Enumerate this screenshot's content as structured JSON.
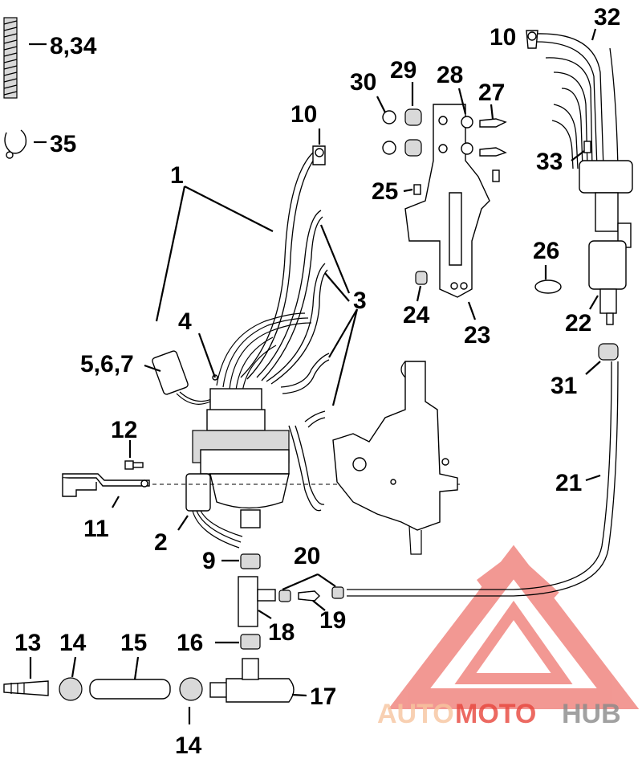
{
  "callouts": [
    {
      "id": "c-8-34",
      "text": "8,34"
    },
    {
      "id": "c-35",
      "text": "35"
    },
    {
      "id": "c-10a",
      "text": "10"
    },
    {
      "id": "c-1",
      "text": "1"
    },
    {
      "id": "c-3",
      "text": "3"
    },
    {
      "id": "c-4",
      "text": "4"
    },
    {
      "id": "c-567",
      "text": "5,6,7"
    },
    {
      "id": "c-12",
      "text": "12"
    },
    {
      "id": "c-11",
      "text": "11"
    },
    {
      "id": "c-2",
      "text": "2"
    },
    {
      "id": "c-9",
      "text": "9"
    },
    {
      "id": "c-20",
      "text": "20"
    },
    {
      "id": "c-19",
      "text": "19"
    },
    {
      "id": "c-18",
      "text": "18"
    },
    {
      "id": "c-16",
      "text": "16"
    },
    {
      "id": "c-13",
      "text": "13"
    },
    {
      "id": "c-14a",
      "text": "14"
    },
    {
      "id": "c-15",
      "text": "15"
    },
    {
      "id": "c-14b",
      "text": "14"
    },
    {
      "id": "c-17",
      "text": "17"
    },
    {
      "id": "c-30",
      "text": "30"
    },
    {
      "id": "c-29",
      "text": "29"
    },
    {
      "id": "c-28",
      "text": "28"
    },
    {
      "id": "c-27",
      "text": "27"
    },
    {
      "id": "c-25",
      "text": "25"
    },
    {
      "id": "c-24",
      "text": "24"
    },
    {
      "id": "c-23",
      "text": "23"
    },
    {
      "id": "c-10b",
      "text": "10"
    },
    {
      "id": "c-32",
      "text": "32"
    },
    {
      "id": "c-33",
      "text": "33"
    },
    {
      "id": "c-26",
      "text": "26"
    },
    {
      "id": "c-22",
      "text": "22"
    },
    {
      "id": "c-31",
      "text": "31"
    },
    {
      "id": "c-21",
      "text": "21"
    }
  ],
  "watermark": {
    "part1": "AUTO",
    "part2": "MOTO",
    "part3": "HUB",
    "color_light": "#f7c59f",
    "color_red": "#e8453c",
    "color_gray": "#8a8a8a"
  }
}
